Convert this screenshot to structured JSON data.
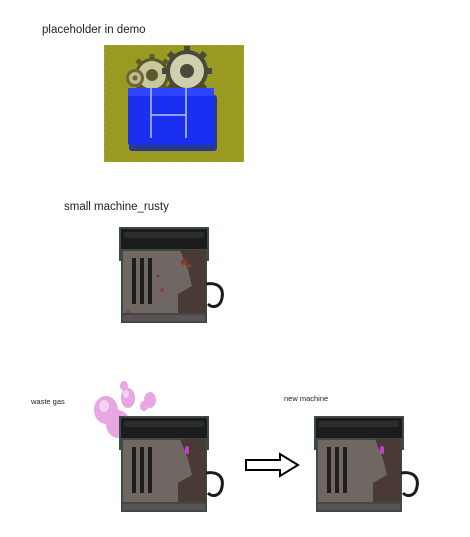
{
  "labels": {
    "placeholder": "placeholder in demo",
    "rusty": "small machine_rusty",
    "waste_gas": "waste gas",
    "new_machine": "new machine"
  },
  "colors": {
    "demo_background": "#9a9a22",
    "demo_blue": "#1a2ff0",
    "machine_top": "#1c1c1c",
    "machine_body": "#706662",
    "machine_dark": "#4a3a36",
    "machine_outline": "#3c4a48",
    "rust_spots": "#8a3a2a",
    "indicator": "#c23ccf",
    "waste_gas": "#e8a6e2",
    "arrow_outline": "#000000"
  },
  "icons": {
    "demo": "gears-over-blue-crate",
    "machine": "small-machine",
    "gas": "waste-gas-cloud",
    "arrow": "right-arrow"
  }
}
